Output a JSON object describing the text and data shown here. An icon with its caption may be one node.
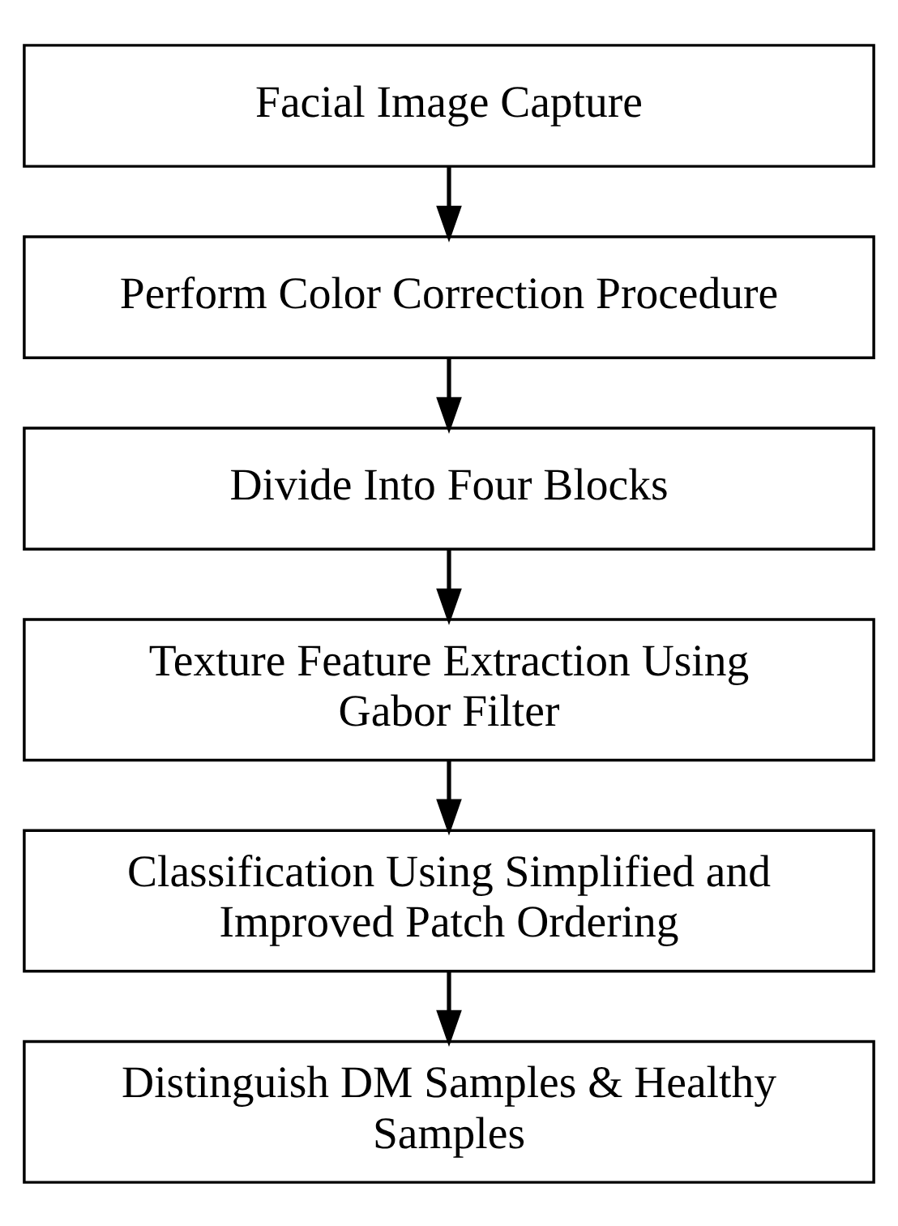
{
  "diagram": {
    "nodes": [
      {
        "text": [
          "Facial Image Capture"
        ]
      },
      {
        "text": [
          "Perform Color Correction Procedure"
        ]
      },
      {
        "text": [
          "Divide Into Four Blocks"
        ]
      },
      {
        "text": [
          "Texture Feature Extraction Using Gabor Filter"
        ]
      },
      {
        "text": [
          "Classification Using Simplified and Improved Patch Ordering"
        ]
      },
      {
        "text": [
          "Distinguish DM Samples & Healthy Samples"
        ]
      }
    ],
    "edges": [
      {
        "from": 0,
        "to": 1,
        "arrow": "to"
      },
      {
        "from": 1,
        "to": 2,
        "arrow": "to"
      },
      {
        "from": 2,
        "to": 3,
        "arrow": "to"
      },
      {
        "from": 3,
        "to": 4,
        "arrow": "to"
      },
      {
        "from": 4,
        "to": 5,
        "arrow": "to"
      }
    ]
  }
}
